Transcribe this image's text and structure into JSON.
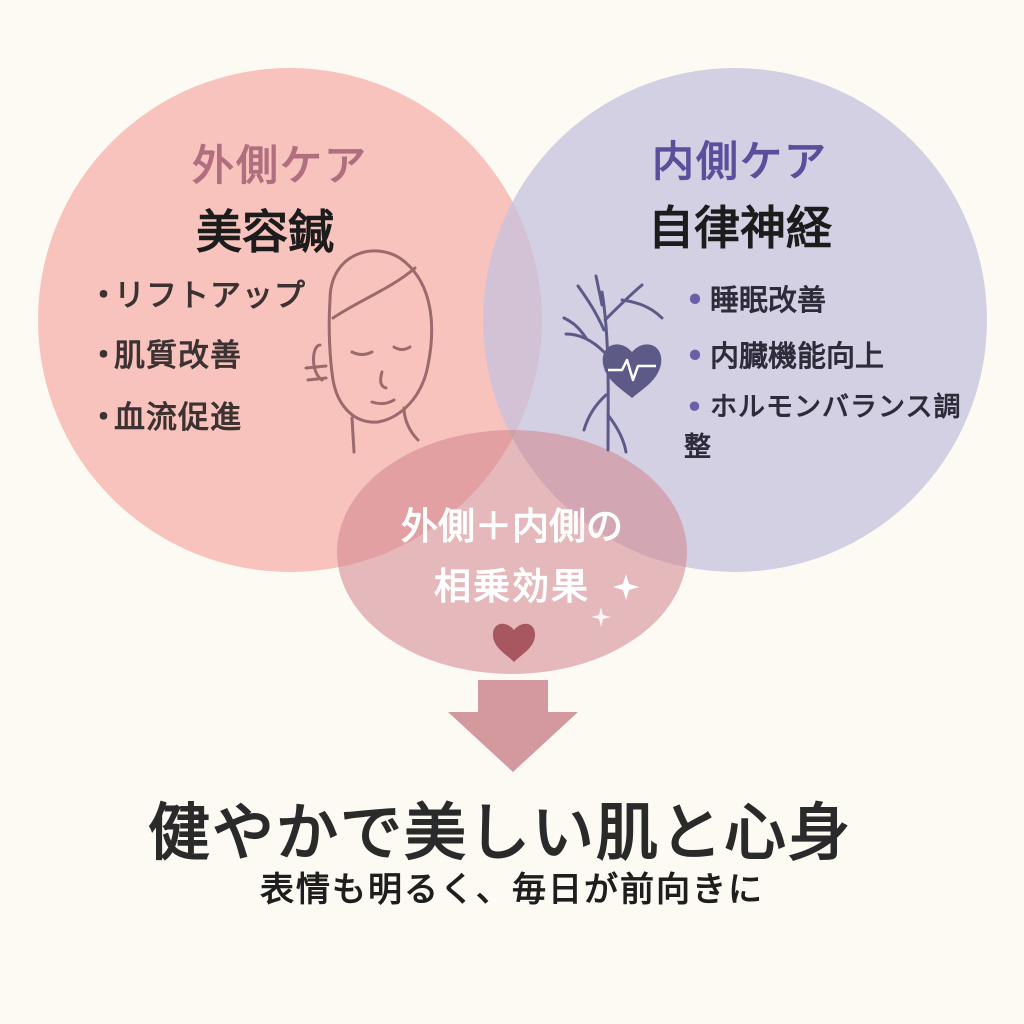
{
  "colors": {
    "background": "#fdfaf3",
    "outer_care_circle": "#f7b6b0",
    "inner_care_circle": "#c9c5e0",
    "synergy_circle": "#d5888f",
    "outer_care_accent": "#b06f7f",
    "inner_care_accent": "#5a4f9a",
    "arrow": "#cf8e96",
    "line_art": "#9a6a6c"
  },
  "outer_care": {
    "subtitle": "外側ケア",
    "title": "美容鍼",
    "bullet": "・",
    "items": [
      "リフトアップ",
      "肌質改善",
      "血流促進"
    ],
    "icon": "face-line-icon"
  },
  "inner_care": {
    "subtitle": "内側ケア",
    "title": "自律神経",
    "bullet": "•",
    "items": [
      "睡眠改善",
      "内臓機能向上",
      "ホルモンバランス調整"
    ],
    "icon": "nerve-heart-icon"
  },
  "synergy": {
    "line1": "外側＋内側の",
    "line2": "相乗効果",
    "icons": [
      "heart-icon",
      "sparkle-icon"
    ]
  },
  "result": {
    "main": "健やかで美しい肌と心身",
    "sub": "表情も明るく、毎日が前向きに",
    "icon": "down-arrow-icon"
  }
}
